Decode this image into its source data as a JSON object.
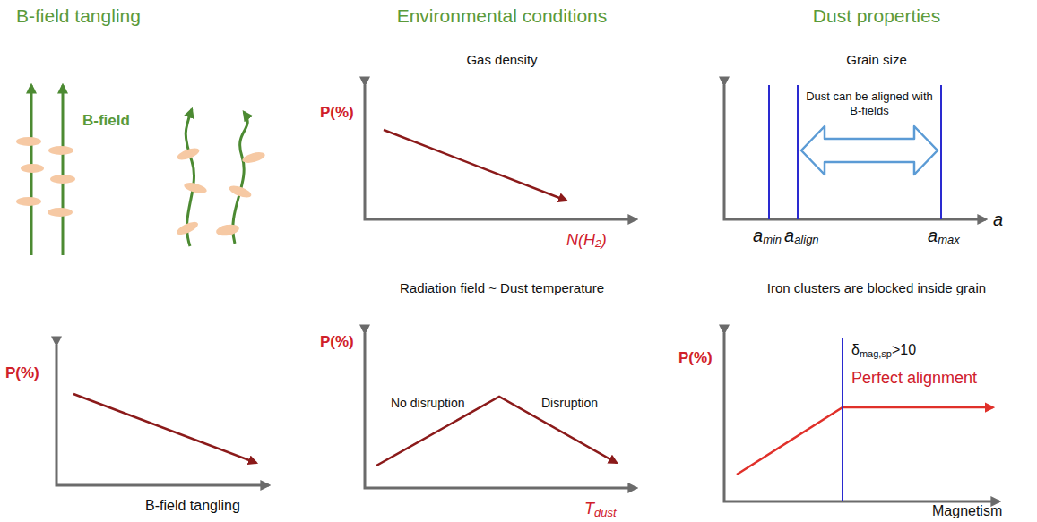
{
  "diagram": {
    "nodes": [
      {
        "text": [
          "Dust can be aligned with B-fields"
        ]
      }
    ],
    "labels": [
      "B-field tangling",
      "Environmental conditions",
      "Dust properties",
      "B-field",
      "P(%)",
      "B-field tangling",
      "Gas density",
      "P(%)",
      "N(H₂)",
      "Radiation field ~ Dust temperature",
      "P(%)",
      "No disruption",
      "Disruption",
      "T",
      "dust",
      "Grain size",
      "a",
      "min",
      "a",
      "align",
      "a",
      "max",
      "a",
      "Iron clusters are blocked inside grain",
      "P(%)",
      "δ",
      "mag,sp",
      ">10",
      "Perfect alignment",
      "Magnetism"
    ]
  }
}
